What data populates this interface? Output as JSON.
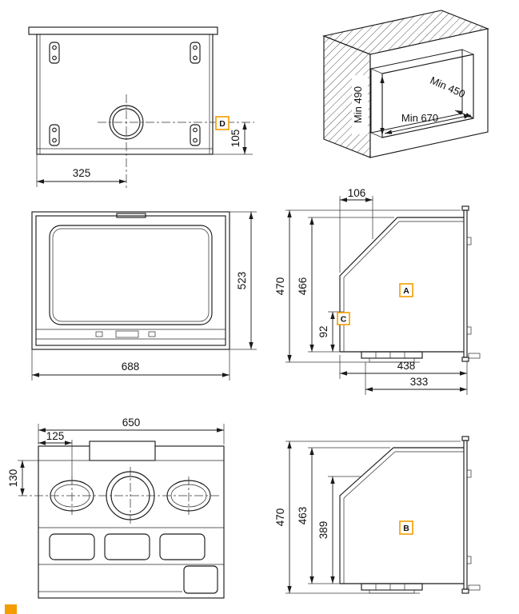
{
  "accent_color": "#f59c00",
  "line_color": "#1b1b1b",
  "labels": {
    "a": "A",
    "b": "B",
    "c": "C",
    "d": "D"
  },
  "top_view": {
    "flue_offset_left": "325",
    "flue_offset_back": "105"
  },
  "niche_view": {
    "min_height": "Min 490",
    "min_depth": "Min 450",
    "min_width": "Min 670"
  },
  "front_view": {
    "height": "523",
    "width": "688"
  },
  "side_view_a": {
    "top_inset": "106",
    "overall_height": "470",
    "body_height": "466",
    "lower_front_height": "92",
    "depth": "438",
    "lower_depth": "333"
  },
  "bottom_view": {
    "width": "650",
    "outlet_offset_left": "125",
    "outlet_offset_top": "130"
  },
  "side_view_b": {
    "overall_height": "470",
    "body_height": "463",
    "front_height": "389"
  }
}
